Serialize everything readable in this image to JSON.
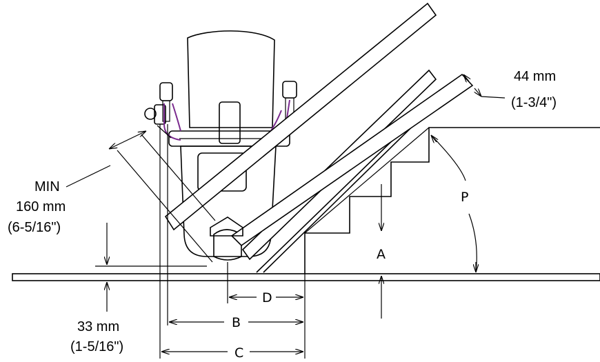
{
  "labels": {
    "rail_thickness_mm": "44 mm",
    "rail_thickness_in": "(1-3/4\")",
    "min_label": "MIN",
    "min_mm": "160 mm",
    "min_in": "(6-5/16\")",
    "floor_mm": "33 mm",
    "floor_in": "(1-5/16\")",
    "dim_a": "A",
    "dim_b": "B",
    "dim_c": "C",
    "dim_d": "D",
    "angle_p": "P"
  },
  "colors": {
    "line": "#000000",
    "harness": "#7a2a8e",
    "background": "#ffffff"
  }
}
